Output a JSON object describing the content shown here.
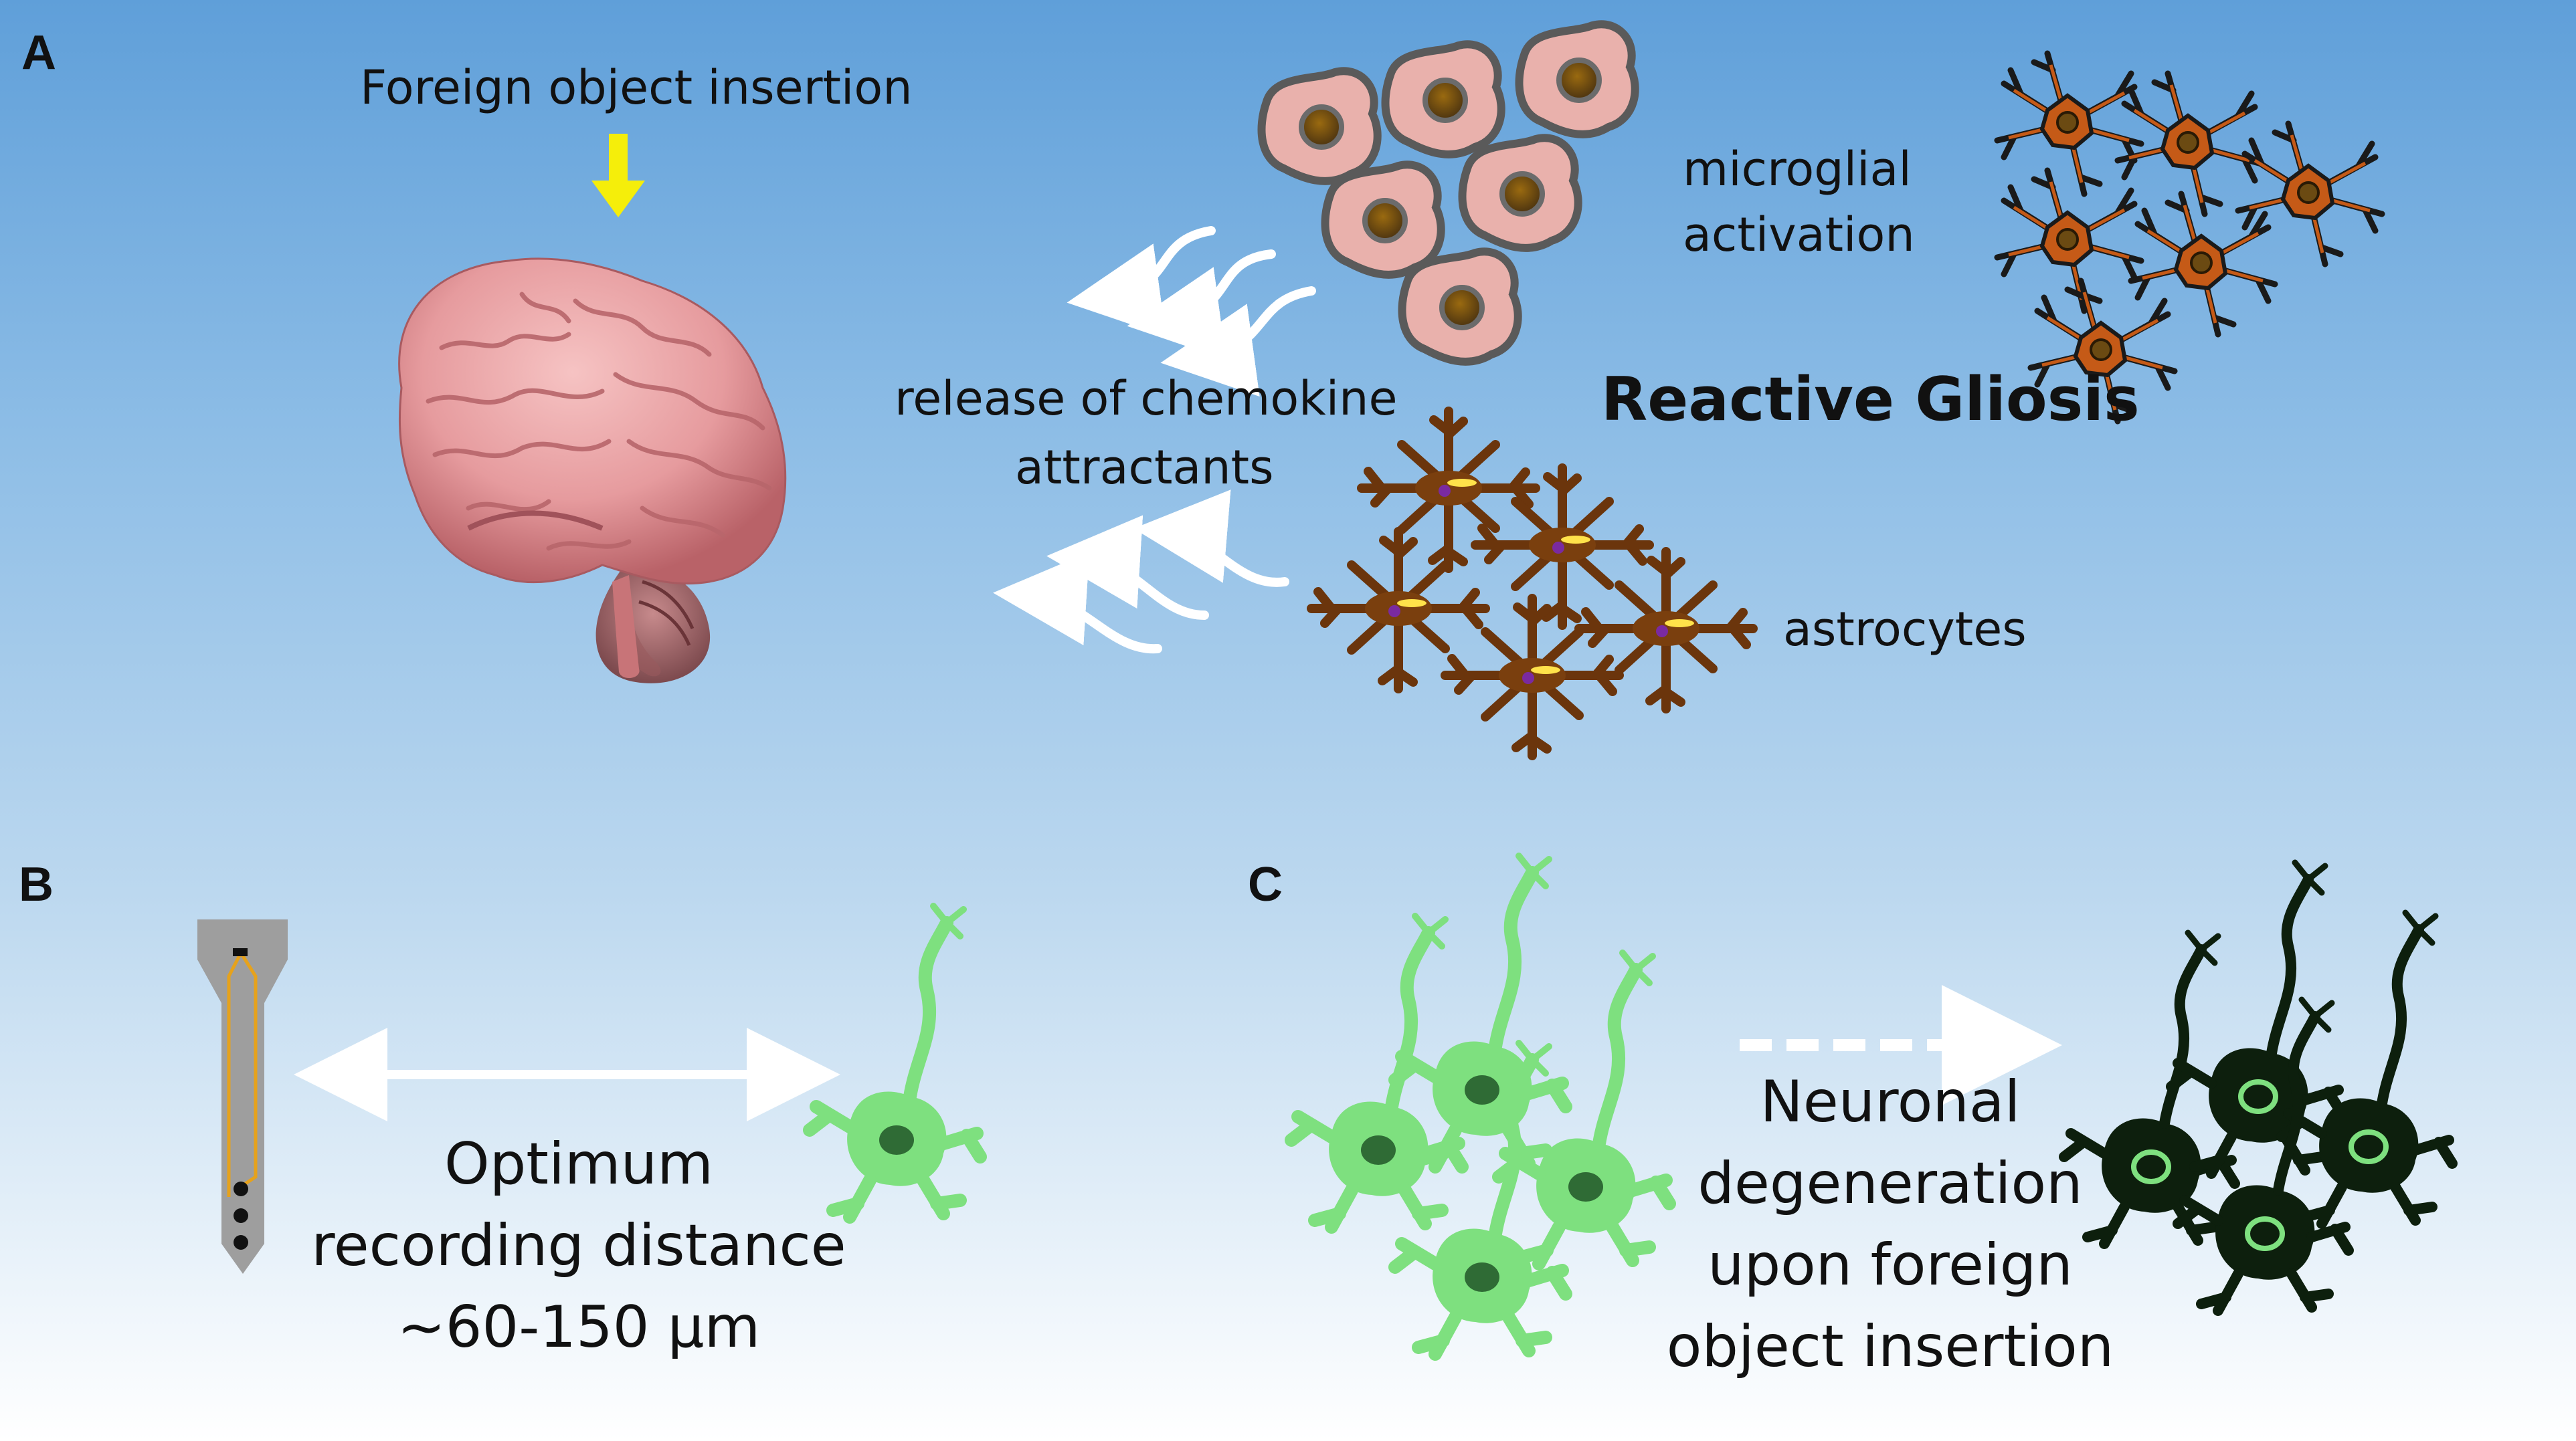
{
  "panels": {
    "a": "A",
    "b": "B",
    "c": "C"
  },
  "labels": {
    "foreign_object_insertion": "Foreign object insertion",
    "release_line1": "release of chemokine",
    "release_line2": "attractants",
    "microglial_line1": "microglial",
    "microglial_line2": "activation",
    "reactive_gliosis": "Reactive Gliosis",
    "astrocytes": "astrocytes",
    "optimum_line1": "Optimum",
    "optimum_line2": "recording distance",
    "optimum_line3": "~60-150 µm",
    "degeneration_line1": "Neuronal",
    "degeneration_line2": "degeneration",
    "degeneration_line3": "upon foreign",
    "degeneration_line4": "object insertion"
  },
  "colors": {
    "arrow_yellow": "#f5ee0a",
    "brain_pink": "#e9a3a6",
    "microglia_body": "#e9b1ac",
    "reactive_glia": "#c55a17",
    "astrocyte_brown": "#7a3f0e",
    "healthy_neuron": "#7ee07f",
    "degenerated_neuron": "#0d1f0d",
    "probe_gray": "#9e9e9e",
    "trace_gold": "#e6a21c"
  }
}
